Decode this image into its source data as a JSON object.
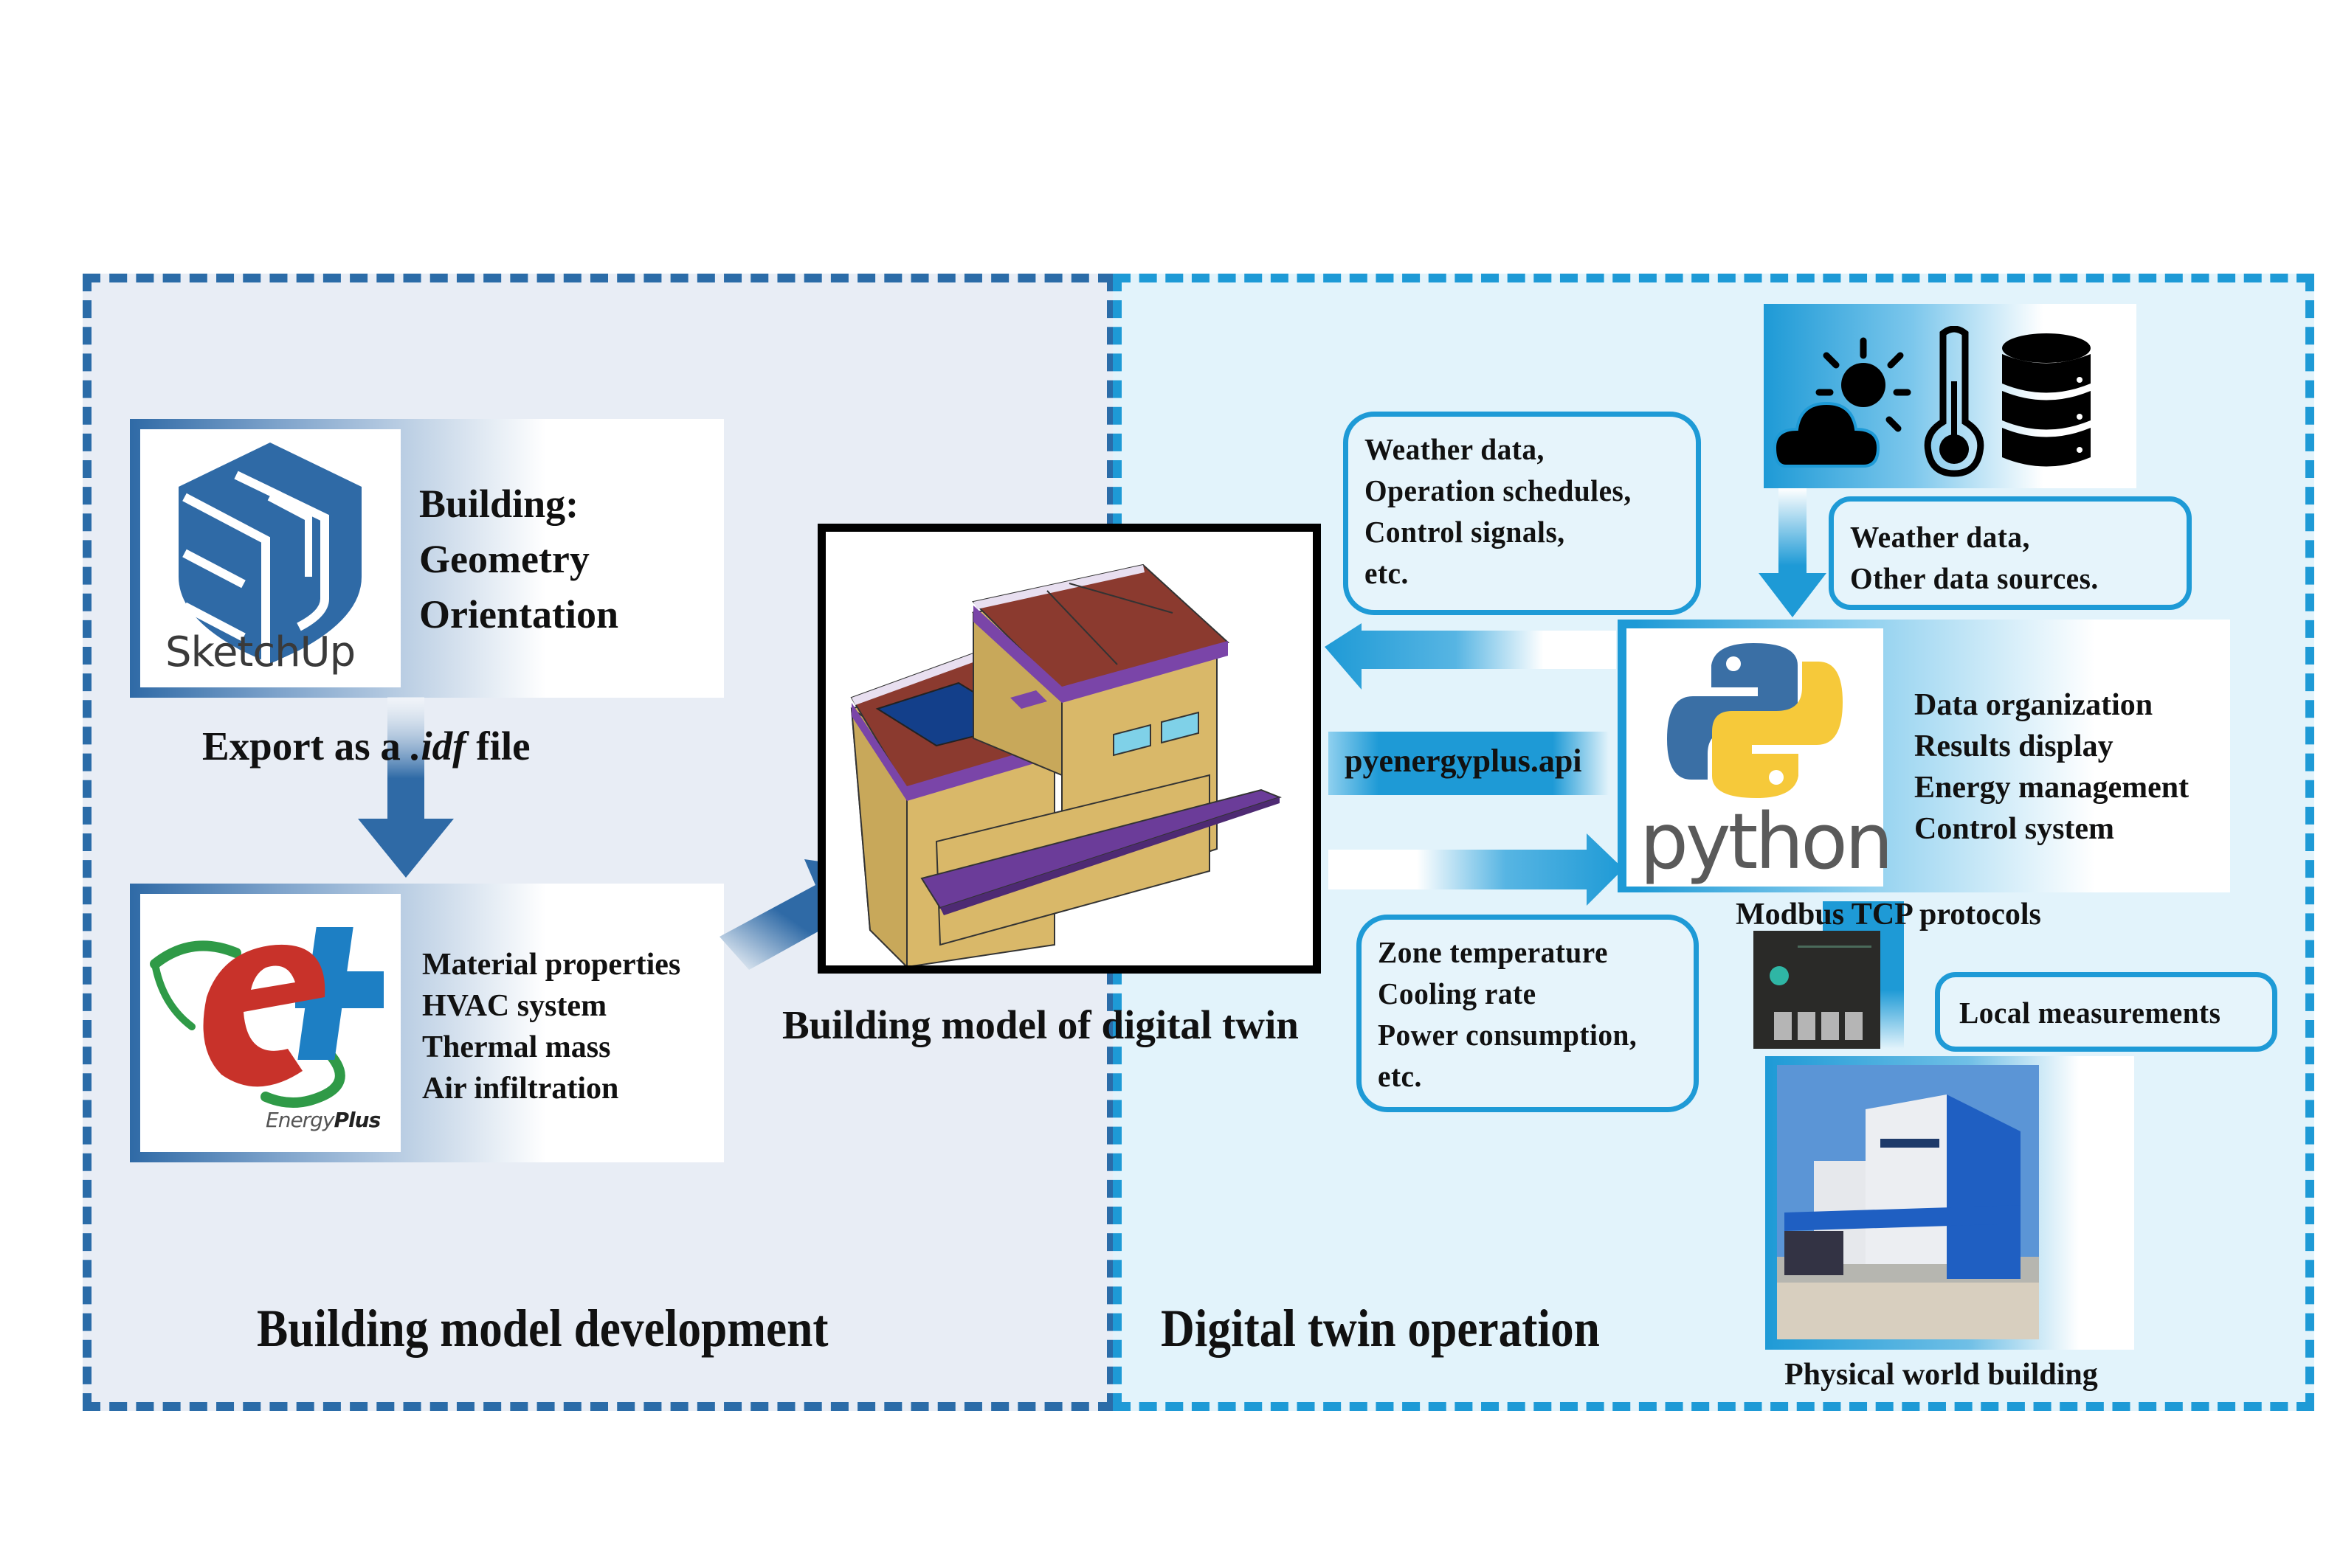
{
  "left_panel": {
    "title": "Building model development",
    "sketchup_card": {
      "logo_label": "SketchUp",
      "lines": [
        "Building:",
        "Geometry",
        "Orientation"
      ]
    },
    "export_label": {
      "prefix": "Export as a ",
      "ext": ".idf",
      "suffix": " file"
    },
    "energyplus_card": {
      "logo_label_light": "Energy",
      "logo_label_bold": "Plus",
      "lines": [
        "Material properties",
        "HVAC system",
        "Thermal mass",
        "Air infiltration"
      ]
    }
  },
  "center": {
    "model_caption": "Building model of digital twin"
  },
  "right_panel": {
    "title": "Digital twin operation",
    "inputs_box": {
      "lines": [
        "Weather data,",
        "Operation schedules,",
        "Control signals,",
        "etc."
      ]
    },
    "sources_box": {
      "lines": [
        "Weather data,",
        "Other data sources."
      ]
    },
    "api_label": "pyenergyplus.api",
    "python_card": {
      "logo_label": "python",
      "lines": [
        "Data organization",
        "Results display",
        "Energy management",
        "Control system"
      ]
    },
    "protocol_label": "Modbus TCP protocols",
    "outputs_box": {
      "lines": [
        "Zone temperature",
        "Cooling rate",
        "Power consumption,",
        "etc."
      ]
    },
    "local_box": {
      "label": "Local measurements"
    },
    "physical_caption": "Physical world building"
  },
  "colors": {
    "left_border": "#2b6ca8",
    "right_border": "#1e9ad6",
    "left_bg": "#e8edf5",
    "right_bg": "#e2f3fb",
    "sketchup_blue": "#2f6aa6",
    "python_blue": "#3a6fa5",
    "python_yellow": "#f6c93a",
    "energyplus_red": "#c8322a",
    "energyplus_green": "#2f9a47",
    "roof_brown": "#8b3a2f",
    "wall_tan": "#d9b869",
    "parapet_purple": "#7a45a8"
  }
}
